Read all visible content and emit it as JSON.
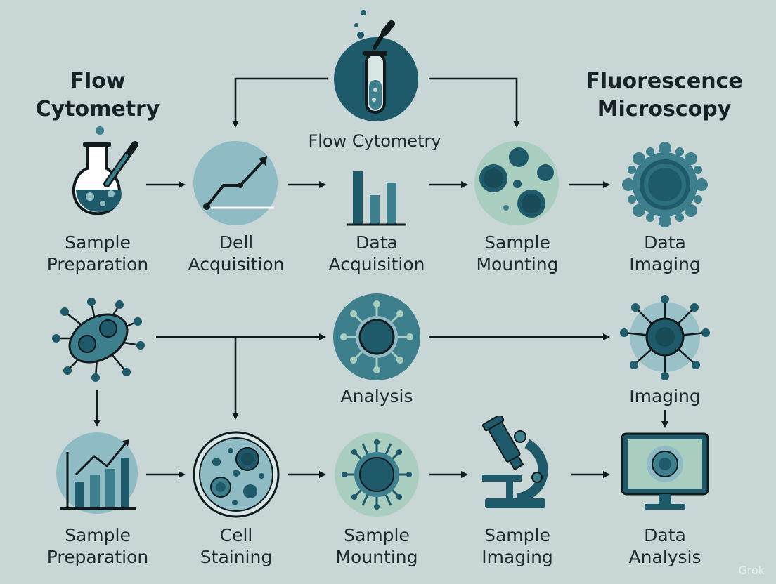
{
  "headings": {
    "flow": [
      "Flow",
      "Cytometry"
    ],
    "fluor": [
      "Fluorescence",
      "Microscopy"
    ]
  },
  "top_center_label": "Flow Cytometry",
  "row1": [
    [
      "Sample",
      "Preparation"
    ],
    [
      "Dell",
      "Acquisition"
    ],
    [
      "Data",
      "Acquisition"
    ],
    [
      "Sample",
      "Mounting"
    ],
    [
      "Data",
      "Imaging"
    ]
  ],
  "middle": {
    "analysis": "Analysis",
    "imaging": "Imaging"
  },
  "row3": [
    [
      "Sample",
      "Preparation"
    ],
    [
      "Cell",
      "Staining"
    ],
    [
      "Sample",
      "Mounting"
    ],
    [
      "Sample",
      "Imaging"
    ],
    [
      "Data",
      "Analysis"
    ]
  ],
  "watermark": "Grok",
  "colors": {
    "background": "#c9d6d6",
    "dark_teal": "#1f5a6b",
    "mid_teal": "#3d7f8d",
    "light_teal": "#8fbcc4",
    "mint": "#a9cdbf",
    "ink": "#111a1c"
  },
  "icons": [
    "flask-dropper-icon",
    "line-chart-icon",
    "bar-chart-icon",
    "cells-dish-icon",
    "spiky-cell-icon",
    "test-tube-dropper-icon",
    "bacterium-icon",
    "virus-cell-icon",
    "receptor-cell-icon",
    "trend-chart-icon",
    "petri-dish-icon",
    "virus-cell-small-icon",
    "microscope-icon",
    "monitor-cell-icon"
  ]
}
